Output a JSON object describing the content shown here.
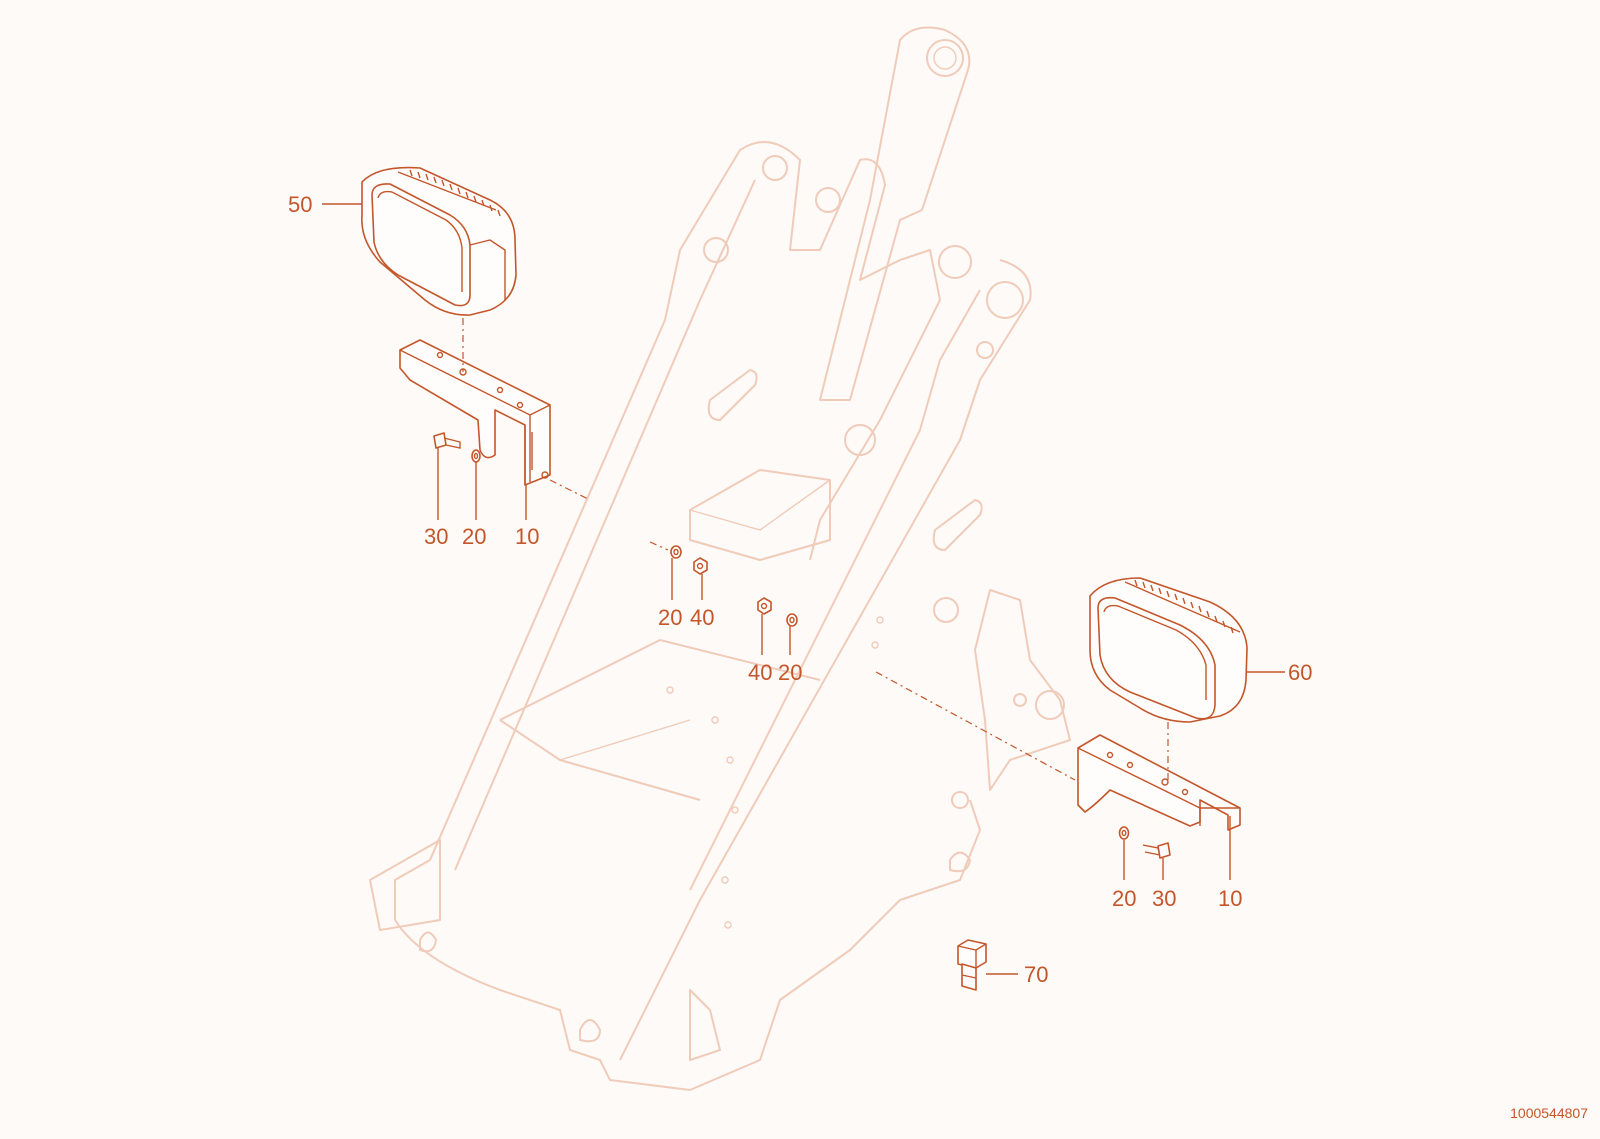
{
  "diagram": {
    "document_number": "1000544807",
    "callouts": {
      "lamp_left": "50",
      "lamp_right": "60",
      "bracket_left": "10",
      "bracket_right": "10",
      "washer_left": "20",
      "bolt_left": "30",
      "washer_mid_a": "20",
      "nut_mid_a": "40",
      "nut_mid_b": "40",
      "washer_mid_b": "20",
      "washer_right": "20",
      "bolt_right": "30",
      "connector": "70"
    }
  },
  "colors": {
    "accent": "#c4562b",
    "frame": "#f0cbb9",
    "background": "#fdfaf7"
  }
}
